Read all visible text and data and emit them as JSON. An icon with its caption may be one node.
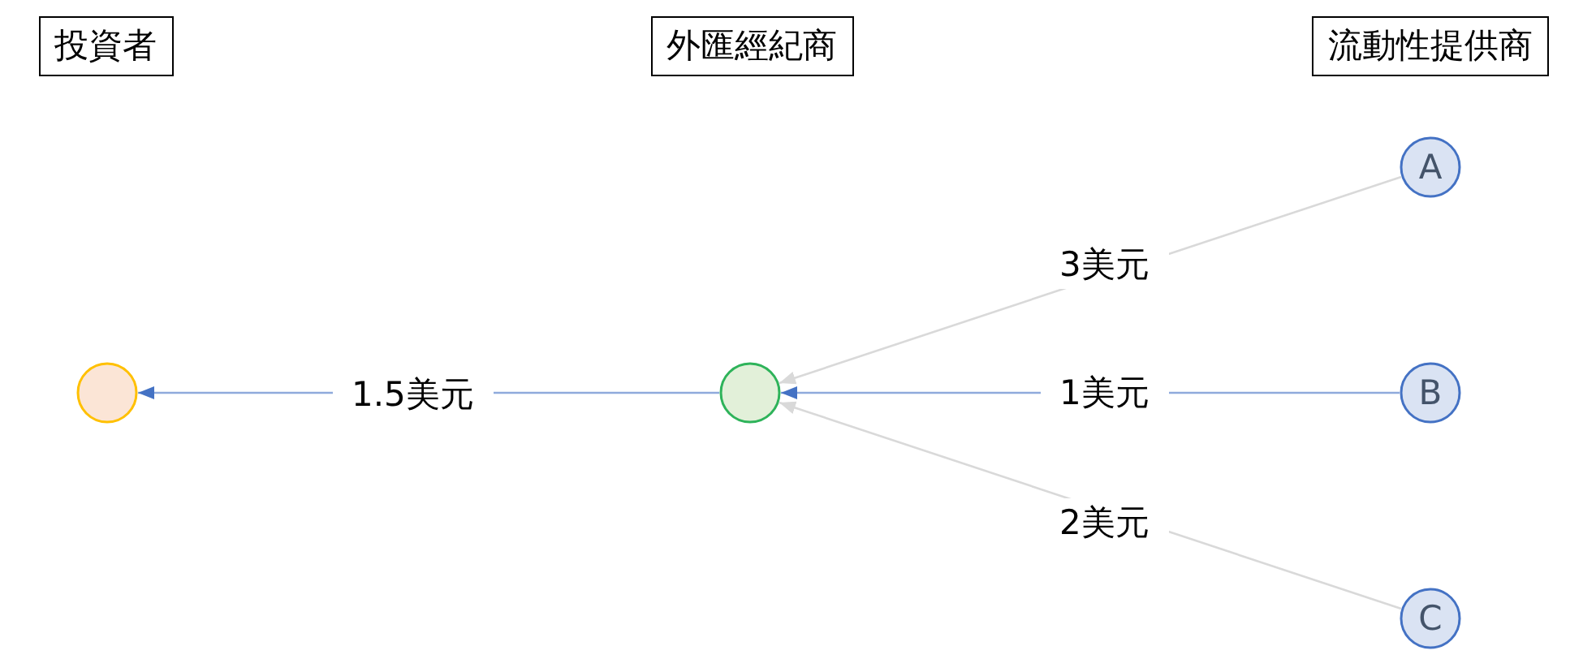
{
  "diagram": {
    "nodes": [
      {
        "text": [
          "投資者"
        ]
      },
      {
        "text": [
          "外匯經紀商"
        ]
      },
      {
        "text": [
          "流動性提供商"
        ]
      },
      {
        "text": [],
        "shape": "circle"
      },
      {
        "text": [],
        "shape": "circle"
      },
      {
        "text": [
          "A"
        ]
      },
      {
        "text": [
          "B"
        ]
      },
      {
        "text": [
          "C"
        ]
      }
    ],
    "edges": [
      {
        "from": 4,
        "to": 3,
        "arrow": "to",
        "label": "1.5美元"
      },
      {
        "from": 5,
        "to": 4,
        "arrow": "to",
        "label": "3美元",
        "color": "#d9d9d9"
      },
      {
        "from": 6,
        "to": 4,
        "arrow": "to",
        "label": "1美元"
      },
      {
        "from": 7,
        "to": 4,
        "arrow": "to",
        "label": "2美元",
        "color": "#d9d9d9"
      }
    ]
  }
}
